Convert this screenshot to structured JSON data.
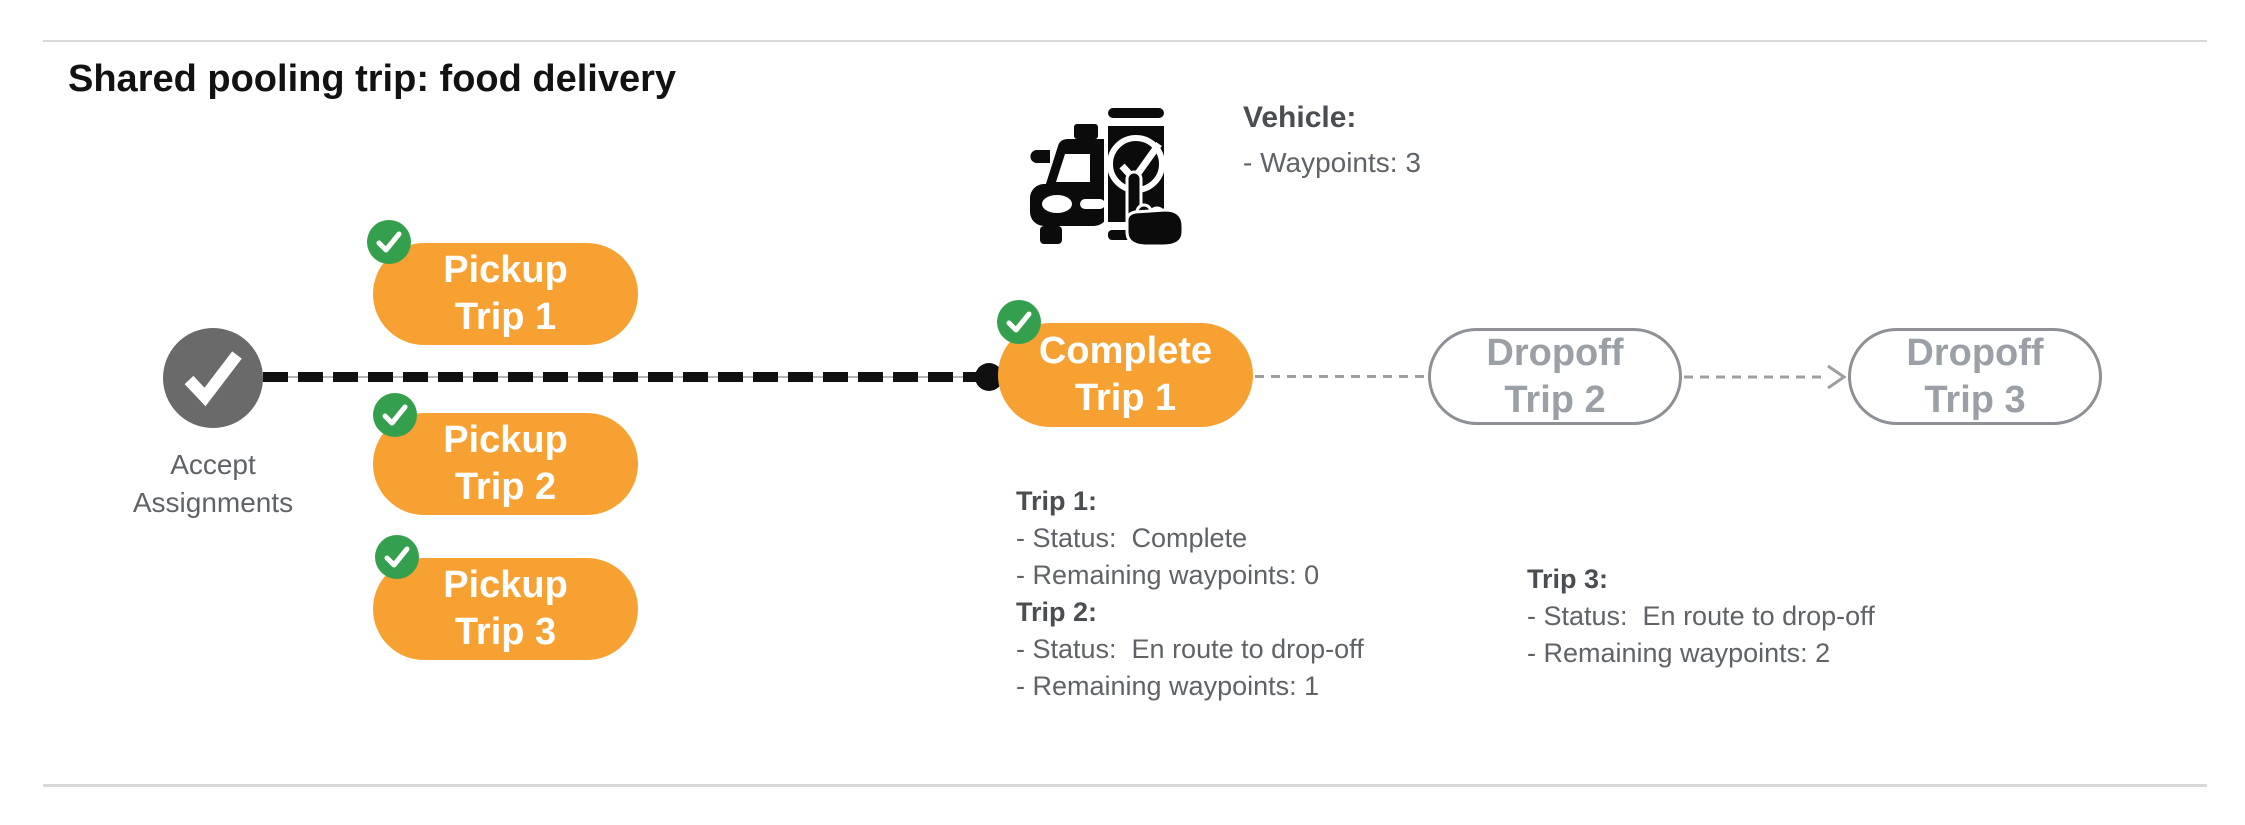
{
  "page": {
    "title": "Shared pooling trip: food delivery"
  },
  "vehicle": {
    "icon": "car-phone-checkmark-icon",
    "title": "Vehicle:",
    "waypoints": "- Waypoints: 3"
  },
  "flow": {
    "start": {
      "icon": "checkmark-icon",
      "label_line1": "Accept",
      "label_line2": "Assignments"
    },
    "pickups": [
      {
        "line1": "Pickup",
        "line2": "Trip 1"
      },
      {
        "line1": "Pickup",
        "line2": "Trip 2"
      },
      {
        "line1": "Pickup",
        "line2": "Trip 3"
      }
    ],
    "complete": {
      "line1": "Complete",
      "line2": "Trip 1"
    },
    "dropoffs": [
      {
        "line1": "Dropoff",
        "line2": "Trip 2"
      },
      {
        "line1": "Dropoff",
        "line2": "Trip 3"
      }
    ]
  },
  "trip_status": {
    "block1": {
      "trip1_header": "Trip 1:",
      "trip1_status": "- Status:  Complete",
      "trip1_waypoints": "- Remaining waypoints: 0",
      "trip2_header": "Trip 2:",
      "trip2_status": "- Status:  En route to drop-off",
      "trip2_waypoints": "- Remaining waypoints: 1"
    },
    "block2": {
      "trip3_header": "Trip 3:",
      "trip3_status": "- Status:  En route to drop-off",
      "trip3_waypoints": "- Remaining waypoints: 2"
    }
  },
  "colors": {
    "pill_orange": "#f7a133",
    "check_green": "#34a04e",
    "start_gray": "#6a6a6a",
    "outline_gray": "#8d9196",
    "muted_text": "#5f6368",
    "dashed_black": "#101010",
    "dashed_gray": "#9e9e9e",
    "divider": "#d9d9d9"
  }
}
